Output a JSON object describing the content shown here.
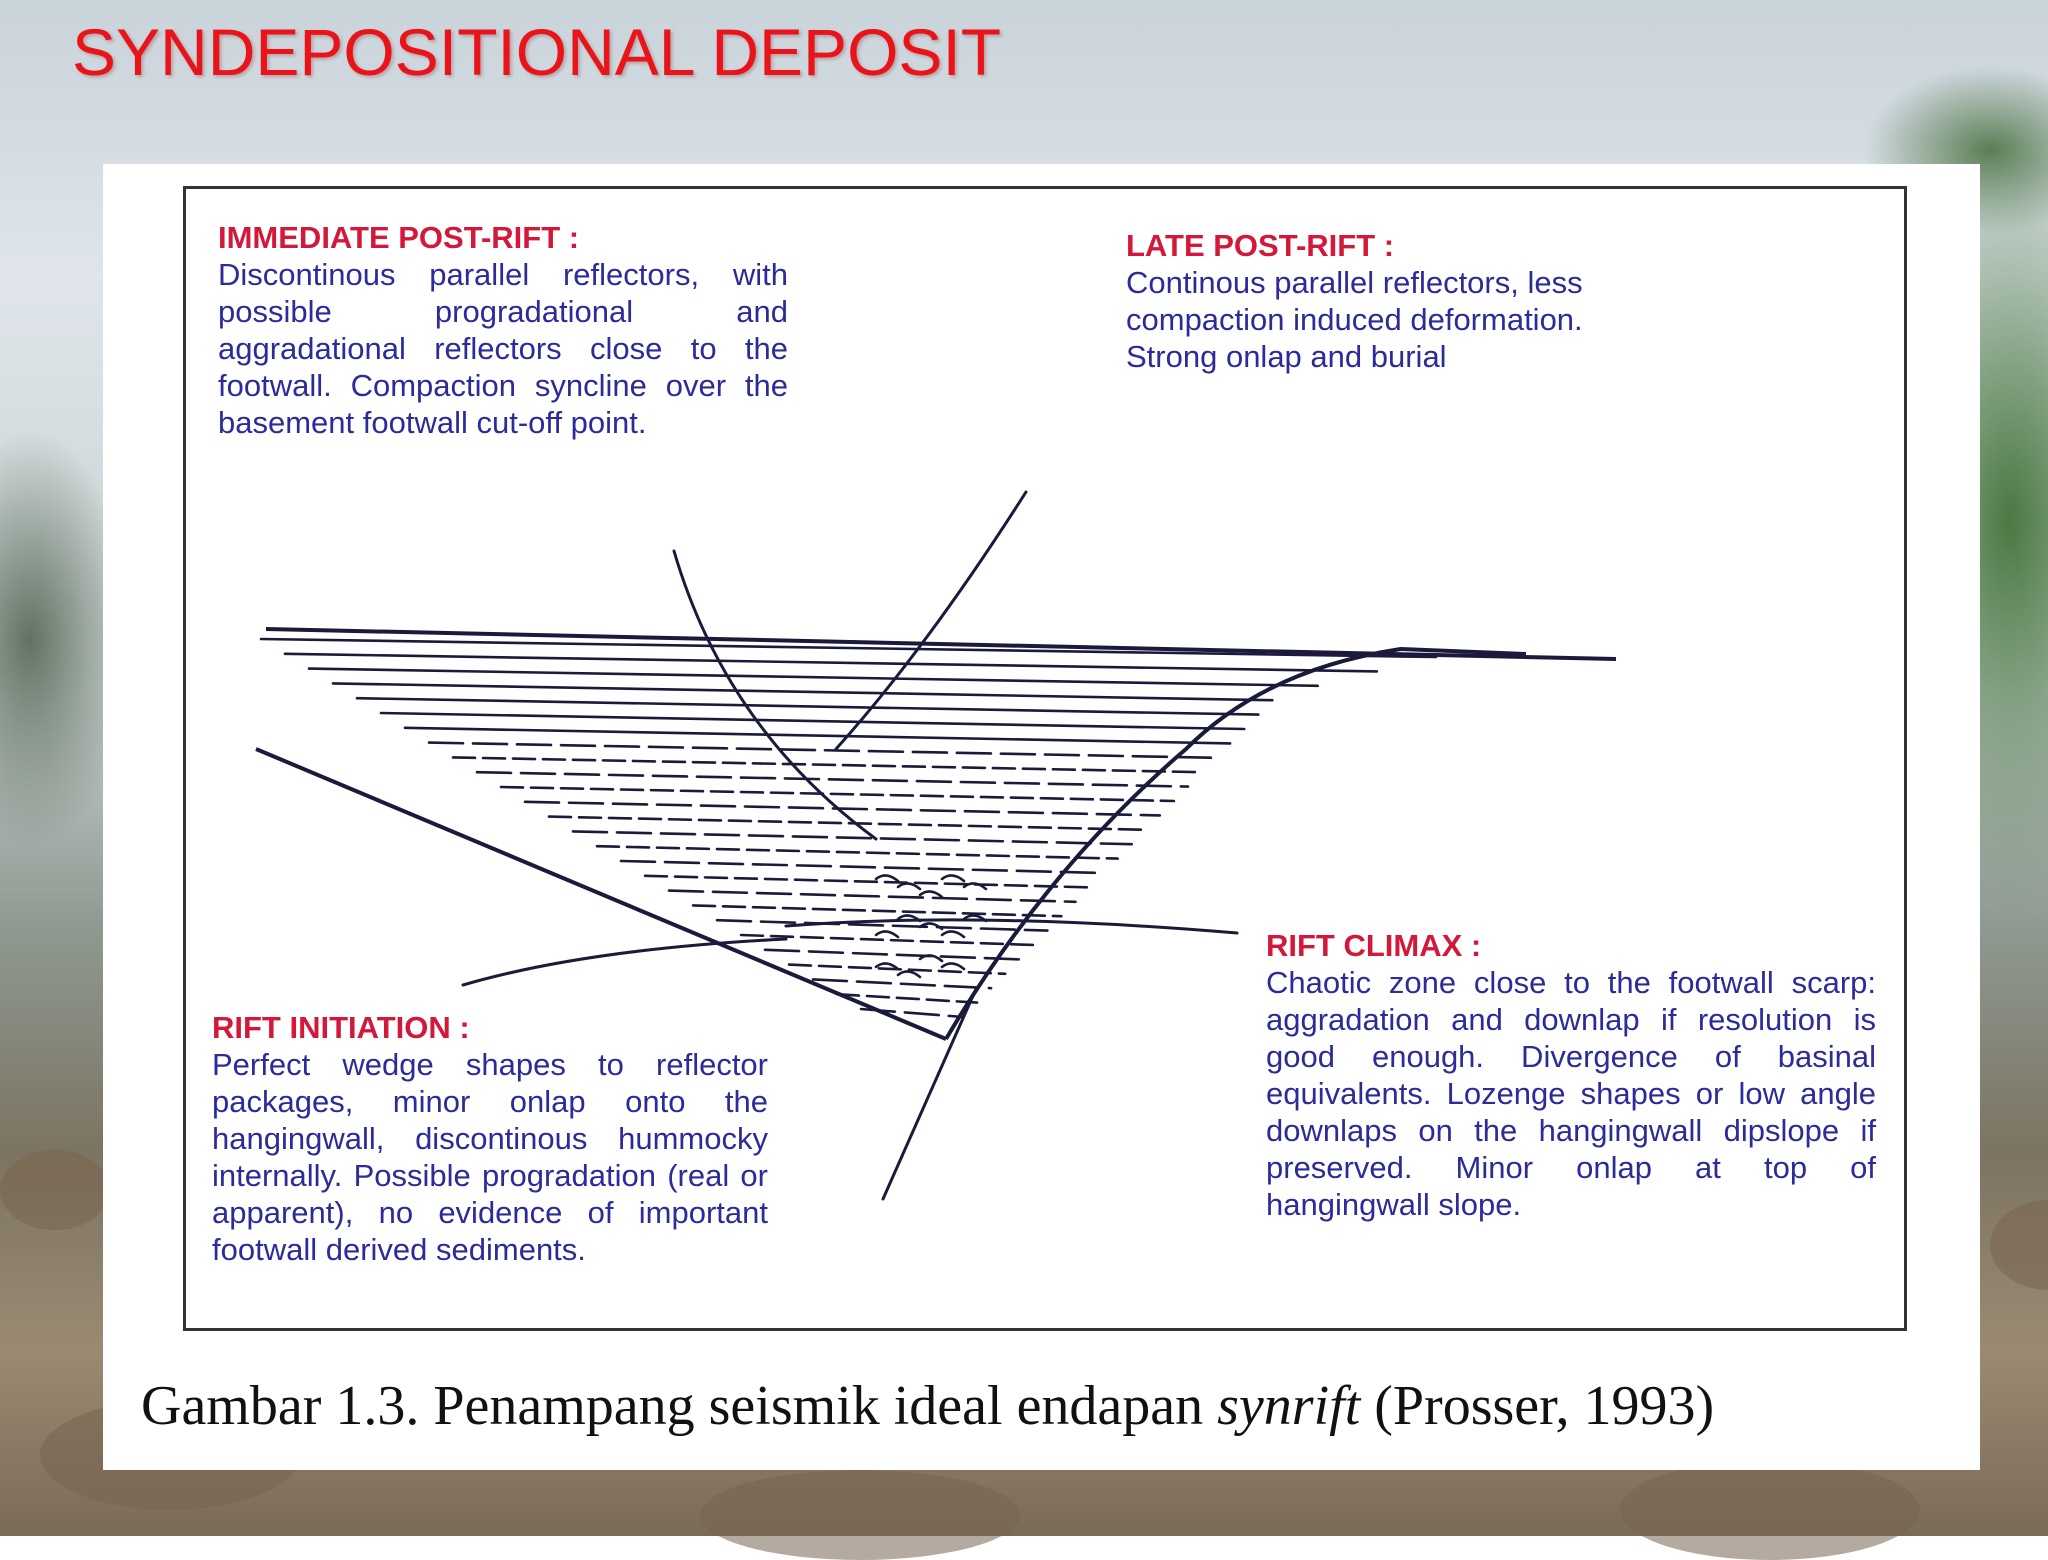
{
  "slide": {
    "title": "SYNDEPOSITIONAL DEPOSIT"
  },
  "diagram": {
    "immediate_post_rift": {
      "heading": "IMMEDIATE POST-RIFT :",
      "text": "Discontinous parallel reflectors, with possible progradational and aggradational reflectors close to the footwall. Compaction syncline over the basement footwall cut-off point."
    },
    "late_post_rift": {
      "heading": "LATE POST-RIFT :",
      "text": "Continous parallel reflectors, less compaction induced deformation. Strong onlap and burial"
    },
    "rift_climax": {
      "heading": "RIFT CLIMAX :",
      "text": "Chaotic zone close to the footwall scarp: aggradation and downlap if resolution is good enough. Divergence of basinal equivalents. Lozenge shapes or low angle downlaps on the hangingwall dipslope if preserved. Minor onlap at top of hangingwall slope."
    },
    "rift_initiation": {
      "heading": "RIFT INITIATION :",
      "text": "Perfect wedge shapes to reflector packages, minor onlap onto the hangingwall, discontinous hummocky internally. Possible progradation (real or apparent), no evidence of important footwall derived sediments."
    }
  },
  "caption": {
    "lead": "Gambar 1.3. Penampang seismik ideal endapan ",
    "italic": "synrift",
    "tail": " (Prosser, 1993)"
  },
  "colors": {
    "title": "#e8141a",
    "heading": "#d4183a",
    "body_text": "#2b2b9a",
    "linework": "#1a1a3a"
  }
}
